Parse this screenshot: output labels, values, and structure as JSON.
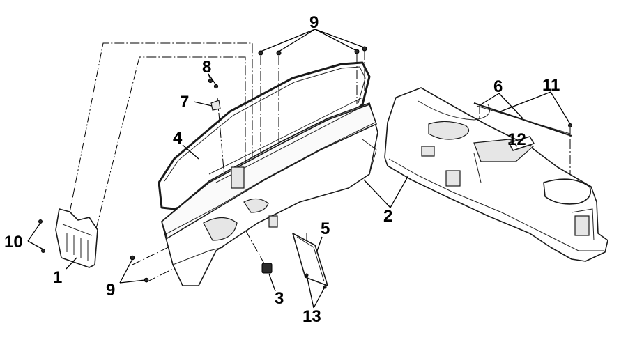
{
  "callouts": {
    "c1": "1",
    "c2": "2",
    "c3": "3",
    "c4": "4",
    "c5": "5",
    "c6": "6",
    "c7": "7",
    "c8": "8",
    "c9_top": "9",
    "c9_bottom": "9",
    "c10": "10",
    "c11": "11",
    "c12": "12",
    "c13": "13"
  }
}
